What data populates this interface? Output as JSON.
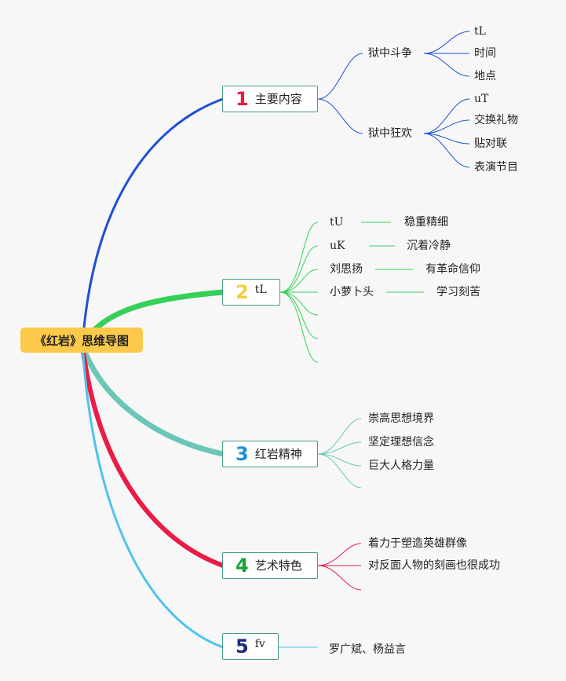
{
  "root": {
    "label": "《红岩》思维导图"
  },
  "branches": [
    {
      "num": "1",
      "num_color": "#e5203f",
      "label": "主要内容",
      "children": [
        {
          "label": "狱中斗争",
          "children": [
            "tL",
            "时间",
            "地点"
          ]
        },
        {
          "label": "狱中狂欢",
          "children": [
            "uT",
            "交换礼物",
            "贴对联",
            "表演节目"
          ]
        }
      ]
    },
    {
      "num": "2",
      "num_color": "#f2cf3e",
      "label": "tL",
      "pairs": [
        {
          "a": "tU",
          "b": "稳重精细"
        },
        {
          "a": "uK",
          "b": "沉着冷静"
        },
        {
          "a": "刘思扬",
          "b": "有革命信仰"
        },
        {
          "a": "小萝卜头",
          "b": "学习刻苦"
        }
      ]
    },
    {
      "num": "3",
      "num_color": "#1e8fd8",
      "label": "红岩精神",
      "children": [
        "崇高思想境界",
        "坚定理想信念",
        "巨大人格力量"
      ]
    },
    {
      "num": "4",
      "num_color": "#19a33a",
      "label": "艺术特色",
      "children": [
        "着力于塑造英雄群像",
        "对反面人物的刻画也很成功"
      ]
    },
    {
      "num": "5",
      "num_color": "#1a2a7a",
      "label": "fv",
      "children": [
        "罗广斌、杨益言"
      ]
    }
  ],
  "colors": {
    "b1": "#1d4fd8",
    "b2": "#34d058",
    "b3": "#6cc6b8",
    "b4": "#ea1c45",
    "b5": "#4ec3ee",
    "box_border": "#4a9a8a",
    "root_bg": "#fcc94b"
  }
}
